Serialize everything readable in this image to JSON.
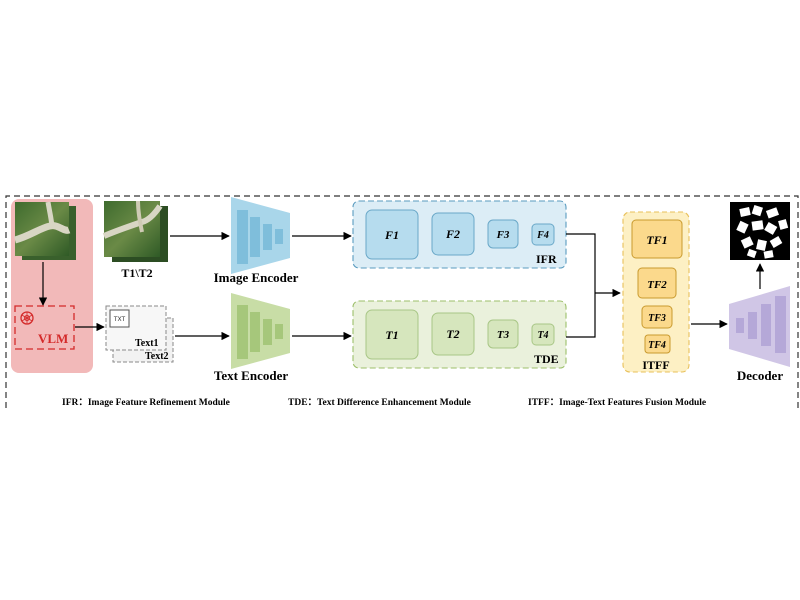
{
  "vlm_label": "VLM",
  "input_label": "T1\\T2",
  "image_encoder_label": "Image Encoder",
  "text_encoder_label": "Text Encoder",
  "txt_icon_label": "TXT",
  "text1_label": "Text1",
  "text2_label": "Text2",
  "ifr": {
    "label": "IFR",
    "features": [
      "F1",
      "F2",
      "F3",
      "F4"
    ]
  },
  "tde": {
    "label": "TDE",
    "features": [
      "T1",
      "T2",
      "T3",
      "T4"
    ]
  },
  "itff": {
    "label": "ITFF",
    "features": [
      "TF1",
      "TF2",
      "TF3",
      "TF4"
    ]
  },
  "decoder_label": "Decoder",
  "legend": [
    "IFR：Image Feature Refinement Module",
    "TDE：Text Difference Enhancement Module",
    "ITFF：Image-Text Features Fusion Module"
  ],
  "colors": {
    "vlm_panel": "#f2b9b9",
    "vlm_accent": "#d42a2a",
    "image_encoder": "#a9d6ea",
    "text_encoder": "#c8dda6",
    "ifr_fill": "#dcedf6",
    "tde_fill": "#eaf1dc",
    "itff_fill": "#fdf0c4",
    "itff_box": "#fbd98c",
    "decoder": "#d0c6e6"
  }
}
